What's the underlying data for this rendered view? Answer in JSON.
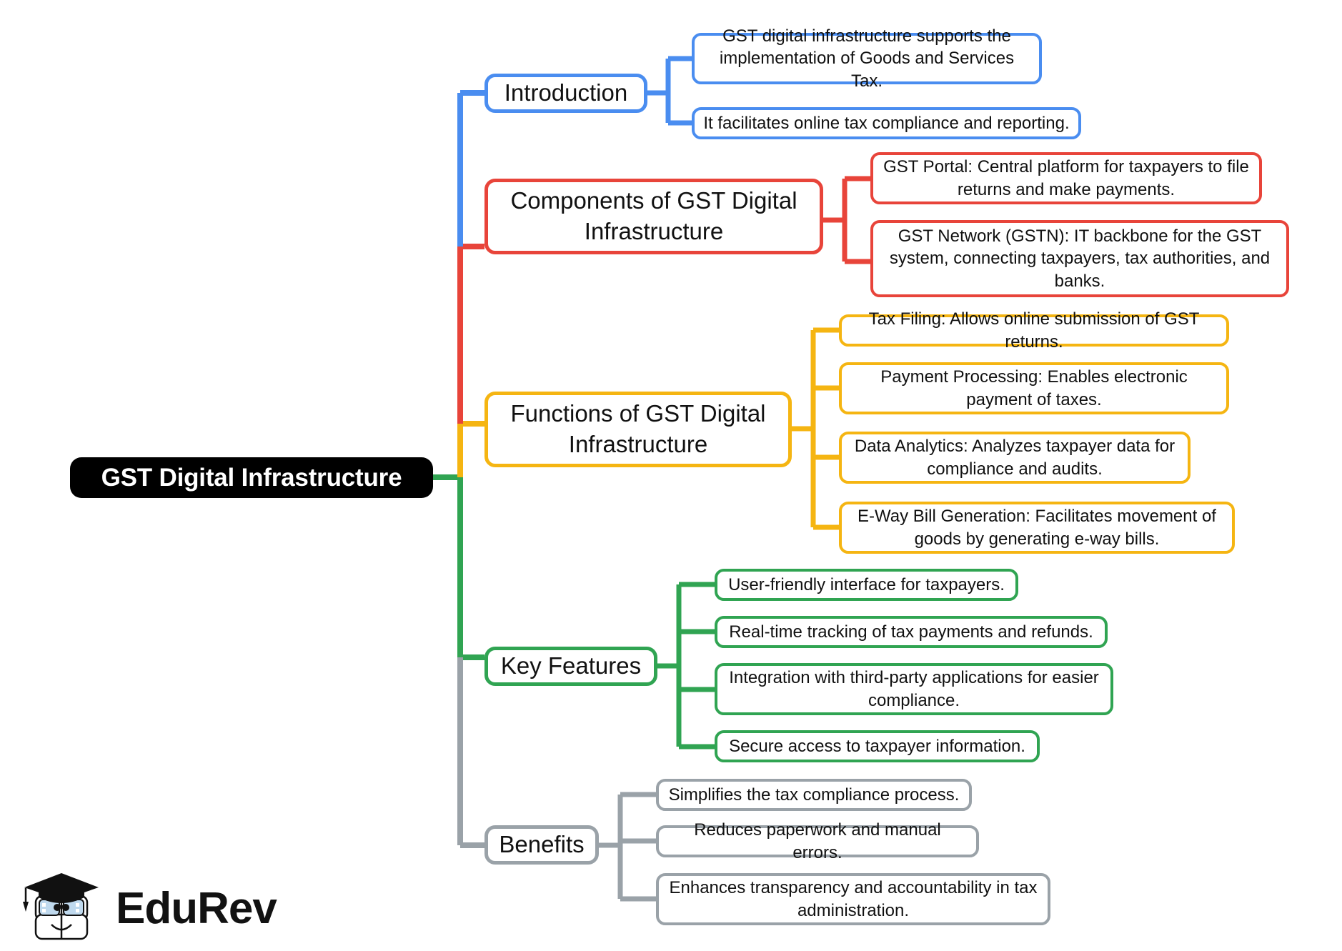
{
  "diagram": {
    "type": "mind-map",
    "root": {
      "label": "GST Digital Infrastructure"
    },
    "branches": [
      {
        "id": "introduction",
        "label": "Introduction",
        "color": "#4a8df0",
        "children": [
          {
            "text": "GST digital infrastructure supports the implementation of Goods and Services Tax."
          },
          {
            "text": "It facilitates online tax compliance and reporting."
          }
        ]
      },
      {
        "id": "components",
        "label": "Components of GST Digital Infrastructure",
        "color": "#e8443a",
        "children": [
          {
            "text": "GST Portal: Central platform for taxpayers to file returns and make payments."
          },
          {
            "text": "GST Network (GSTN): IT backbone for the GST system, connecting taxpayers, tax authorities, and banks."
          }
        ]
      },
      {
        "id": "functions",
        "label": "Functions of GST Digital Infrastructure",
        "color": "#f5b512",
        "children": [
          {
            "text": "Tax Filing: Allows online submission of GST returns."
          },
          {
            "text": "Payment Processing: Enables electronic payment of taxes."
          },
          {
            "text": "Data Analytics: Analyzes taxpayer data for compliance and audits."
          },
          {
            "text": "E-Way Bill Generation: Facilitates movement of goods by generating e-way bills."
          }
        ]
      },
      {
        "id": "key-features",
        "label": "Key Features",
        "color": "#30a452",
        "children": [
          {
            "text": "User-friendly interface for taxpayers."
          },
          {
            "text": "Real-time tracking of tax payments and refunds."
          },
          {
            "text": "Integration with third-party applications for easier compliance."
          },
          {
            "text": "Secure access to taxpayer information."
          }
        ]
      },
      {
        "id": "benefits",
        "label": "Benefits",
        "color": "#9aa2a8",
        "children": [
          {
            "text": "Simplifies the tax compliance process."
          },
          {
            "text": "Reduces paperwork and manual errors."
          },
          {
            "text": "Enhances transparency and accountability in tax administration."
          }
        ]
      }
    ]
  },
  "watermark": {
    "brand": "EduRev",
    "icon": "edurev-graduate-book-logo"
  }
}
